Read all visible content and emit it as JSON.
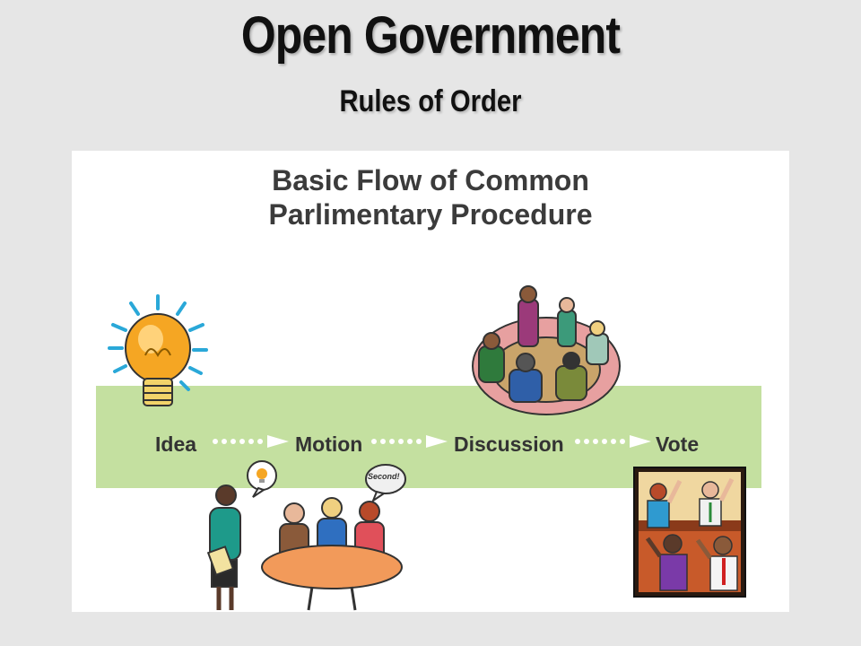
{
  "slide": {
    "title": "Open Government",
    "subtitle": "Rules of Order"
  },
  "diagram": {
    "heading_line1": "Basic Flow of Common",
    "heading_line2": "Parlimentary Procedure",
    "steps": [
      "Idea",
      "Motion",
      "Discussion",
      "Vote"
    ],
    "speech_bubble": "Second!"
  },
  "colors": {
    "background": "#e6e6e6",
    "band": "#c4e0a0",
    "arrow": "#ffffff",
    "bulb": "#f5a623"
  },
  "icons": [
    "lightbulb-icon",
    "arrow-right-icon",
    "meeting-illustration",
    "discussion-illustration",
    "voting-illustration"
  ]
}
